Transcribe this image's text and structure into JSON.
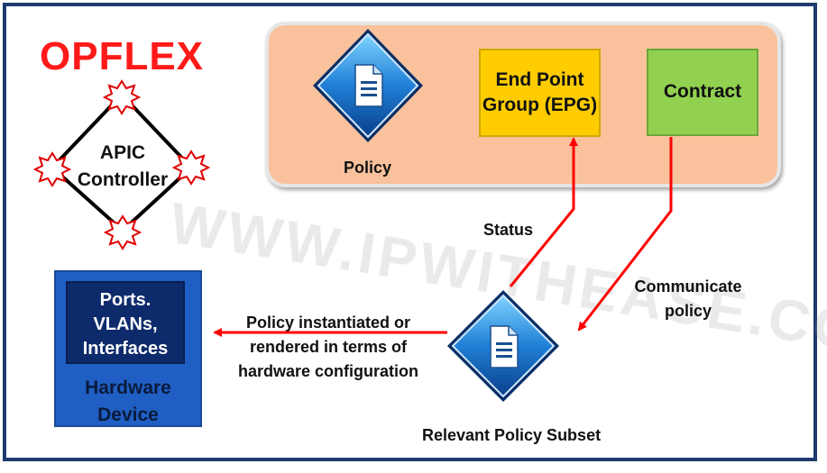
{
  "diagram": {
    "title": "OPFLEX",
    "watermark": "WWW.IPWITHEASE.COM",
    "apic": {
      "line1": "APIC",
      "line2": "Controller"
    },
    "policy_panel": {
      "policy_label": "Policy",
      "epg": {
        "line1": "End Point",
        "line2": "Group (EPG)"
      },
      "contract": "Contract"
    },
    "status_label": "Status",
    "communicate": {
      "line1": "Communicate",
      "line2": "policy"
    },
    "instantiated": {
      "line1": "Policy instantiated or",
      "line2": "rendered in terms of",
      "line3": "hardware configuration"
    },
    "relevant_subset": "Relevant Policy Subset",
    "hardware": {
      "inner": {
        "line1": "Ports.",
        "line2": "VLANs,",
        "line3": "Interfaces"
      },
      "line1": "Hardware",
      "line2": "Device"
    },
    "colors": {
      "title": "#ff1a1a",
      "panel": "#f9c29c",
      "epg": "#ffcc00",
      "contract": "#92d050",
      "arrow": "#ff0000",
      "hardware_outer": "#1f5fc4",
      "hardware_inner": "#0d2b6b",
      "frame": "#1f3a6e"
    },
    "icons": [
      "policy-document-icon",
      "relevant-policy-document-icon",
      "starburst-node-icon"
    ]
  }
}
